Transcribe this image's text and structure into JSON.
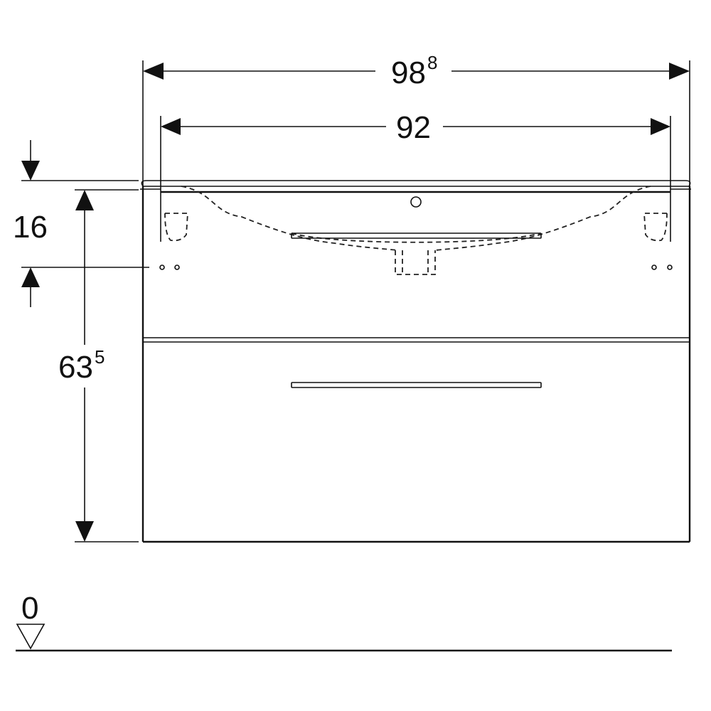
{
  "dimensions": {
    "overall_width": {
      "main": "98",
      "sup": "8"
    },
    "basin_width": {
      "main": "92",
      "sup": ""
    },
    "basin_height": {
      "main": "16",
      "sup": ""
    },
    "total_height": {
      "main": "63",
      "sup": "5"
    },
    "floor_level": {
      "main": "0",
      "sup": ""
    }
  },
  "colors": {
    "line": "#111111",
    "background": "#ffffff"
  }
}
